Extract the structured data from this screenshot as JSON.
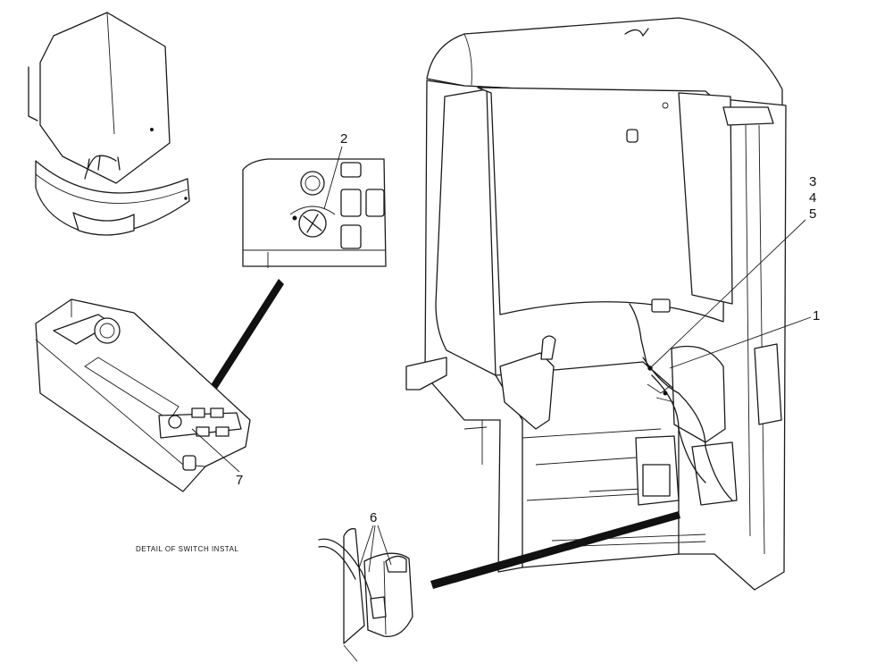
{
  "callouts": {
    "c2": "2",
    "c3": "3",
    "c4": "4",
    "c5": "5",
    "c1": "1",
    "c7": "7",
    "c6": "6"
  },
  "caption": "DETAIL OF SWITCH INSTAL",
  "icons": [
    "seat-back-view",
    "switch-panel-detail",
    "console-detail",
    "cab-view",
    "harness-detail"
  ],
  "colors": {
    "line": "#1a1a1a",
    "background": "#ffffff"
  }
}
